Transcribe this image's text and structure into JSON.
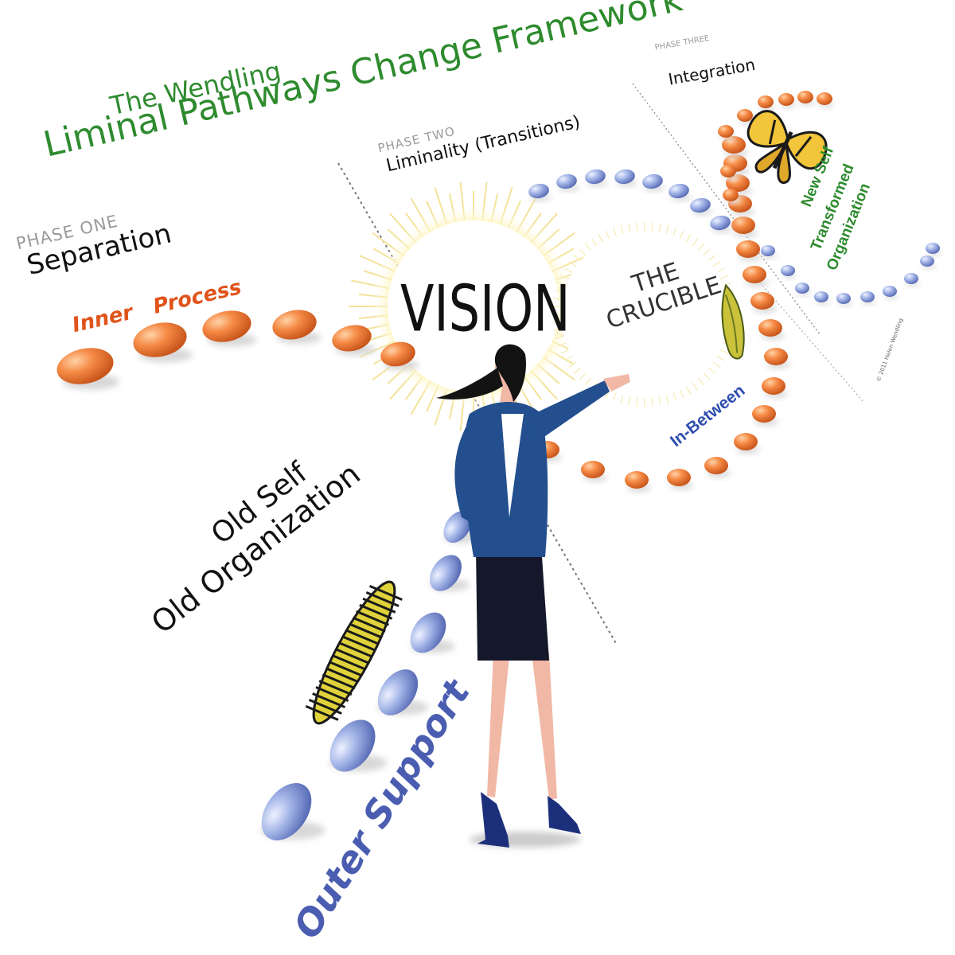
{
  "colors": {
    "title_green": "#2e8b2e",
    "inner_orange": "#e0541c",
    "outer_blue": "#4a5db0",
    "text_dark": "#111111",
    "phase_gray": "#9a9a9a",
    "bead_orange": "#f07a36",
    "bead_blue": "#8fa4dc",
    "suit_blue": "#234f8e",
    "skirt": "#15172b",
    "skin": "#f1b8a6",
    "hair": "#131313"
  },
  "framework": {
    "subtitle": "The Wendling",
    "title": "Liminal Pathways Change Framework™"
  },
  "phases": {
    "one": {
      "label": "PHASE ONE",
      "name": "Separation"
    },
    "two": {
      "label": "PHASE TWO",
      "name": "Liminality (Transitions)"
    },
    "three": {
      "label": "PHASE THREE",
      "name": "Integration"
    }
  },
  "paths": {
    "inner": "Inner Process",
    "outer": "Outer Support",
    "in_between": "In-Between"
  },
  "center": {
    "vision": "VISION",
    "crucible": "THE CRUCIBLE"
  },
  "old_state": {
    "line1": "Old Self",
    "line2": "Old Organization"
  },
  "new_state": {
    "line1": "New Self",
    "line2": "Transformed",
    "line3": "Organization"
  },
  "icons": {
    "figure": "businesswoman-pointing-icon",
    "caterpillar": "caterpillar-icon",
    "chrysalis": "chrysalis-icon",
    "butterfly": "butterfly-icon"
  },
  "copyright": "© 2011 Helen Wendling"
}
